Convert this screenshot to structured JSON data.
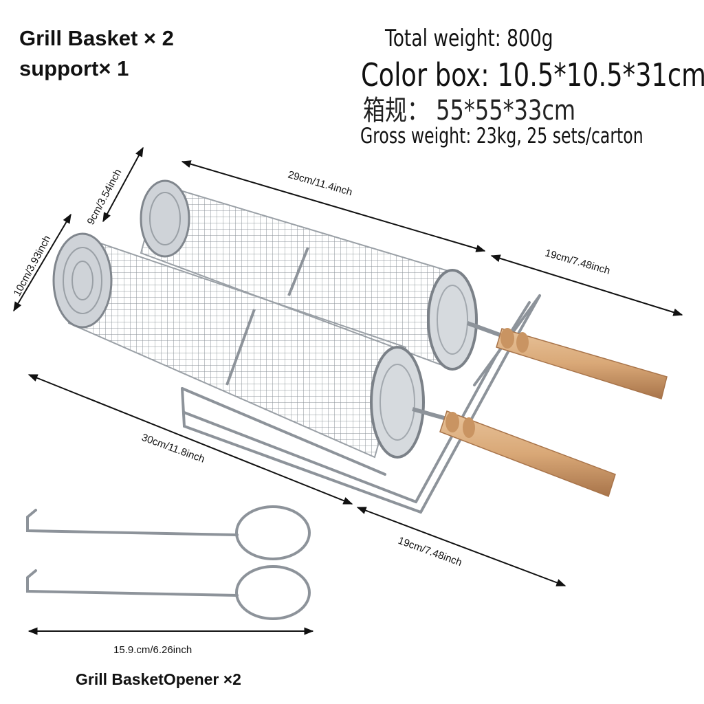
{
  "top_left": {
    "line1": "Grill Basket × 2",
    "line2": "support× 1"
  },
  "specs": {
    "total_weight": "Total weight: 800g",
    "color_box": "Color box: 10.5*10.5*31cm",
    "carton": "箱规：   55*55*33cm",
    "gross_weight": "Gross weight: 23kg, 25 sets/carton"
  },
  "dimensions": {
    "basket_diameter_large": "10cm/3.93inch",
    "basket_diameter_small": "9cm/3.54inch",
    "basket_length_top": "29cm/11.4inch",
    "handle_length_top": "19cm/7.48inch",
    "basket_length_bottom": "30cm/11.8inch",
    "handle_length_bottom": "19cm/7.48inch",
    "opener_length": "15.9.cm/6.26inch"
  },
  "opener_caption": "Grill BasketOpener ×2",
  "colors": {
    "steel": "#b8bcc2",
    "steel_dark": "#6f757c",
    "wood": "#d9a877",
    "wood_dark": "#a8744a"
  }
}
